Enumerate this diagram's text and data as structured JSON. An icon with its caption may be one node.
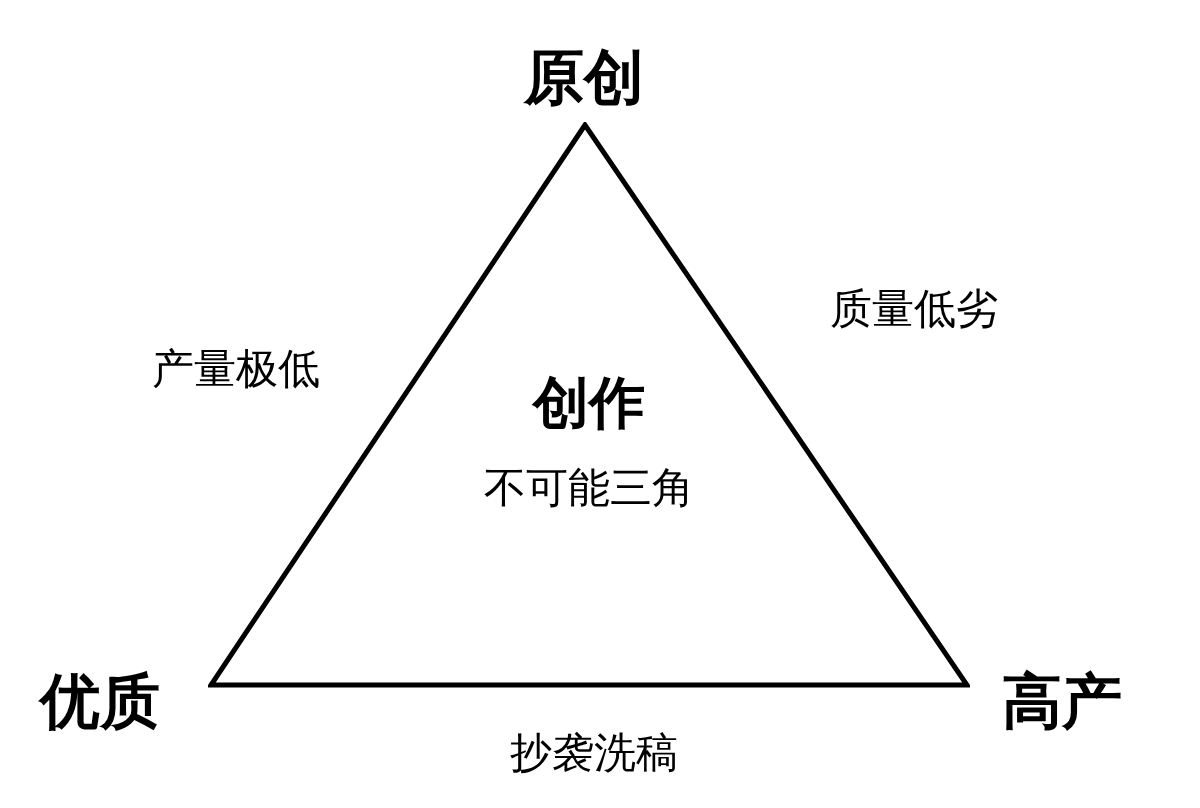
{
  "diagram": {
    "nodes": [
      {
        "text": [
          "创作",
          "不可能三角"
        ]
      }
    ],
    "labels": [
      "原创",
      "产量极低",
      "质量低劣",
      "优质",
      "高产",
      "抄袭洗稿"
    ]
  }
}
